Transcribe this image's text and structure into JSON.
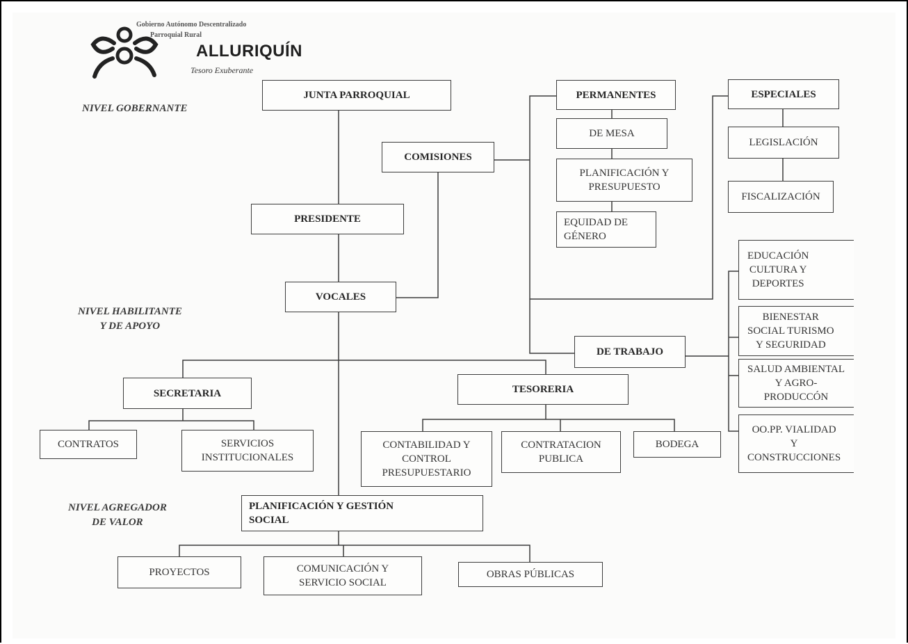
{
  "header": {
    "org_line1": "Gobierno Autónomo Descentralizado",
    "org_line2": "Parroquial Rural",
    "name": "ALLURIQUÍN",
    "tagline": "Tesoro Exuberante"
  },
  "levels": {
    "gobernante": "NIVEL GOBERNANTE",
    "habilitante": "NIVEL HABILITANTE\nY DE APOYO",
    "agregador": "NIVEL AGREGADOR\nDE VALOR"
  },
  "nodes": {
    "junta": "JUNTA PARROQUIAL",
    "comisiones": "COMISIONES",
    "presidente": "PRESIDENTE",
    "vocales": "VOCALES",
    "permanentes": "PERMANENTES",
    "de_mesa": "DE MESA",
    "planificacion_presupuesto": "PLANIFICACIÓN Y\nPRESUPUESTO",
    "equidad": "EQUIDAD DE\nGÉNERO",
    "especiales": "ESPECIALES",
    "legislacion": "LEGISLACIÓN",
    "fiscalizacion": "FISCALIZACIÓN",
    "de_trabajo": "DE TRABAJO",
    "educacion": "EDUCACIÓN\nCULTURA Y\nDEPORTES",
    "bienestar": "BIENESTAR\nSOCIAL TURISMO\nY SEGURIDAD",
    "salud": "SALUD AMBIENTAL\nY AGRO-\nPRODUCCÓN",
    "oopp": "OO.PP. VIALIDAD\nY\nCONSTRUCCIONES",
    "secretaria": "SECRETARIA",
    "contratos": "CONTRATOS",
    "servicios": "SERVICIOS\nINSTITUCIONALES",
    "tesoreria": "TESORERIA",
    "contabilidad": "CONTABILIDAD Y\nCONTROL\nPRESUPUESTARIO",
    "contratacion": "CONTRATACION\nPUBLICA",
    "bodega": "BODEGA",
    "planificacion_gestion": "PLANIFICACIÓN Y GESTIÓN\nSOCIAL",
    "proyectos": "PROYECTOS",
    "comunicacion": "COMUNICACIÓN Y\nSERVICIO SOCIAL",
    "obras": "OBRAS PÚBLICAS"
  }
}
